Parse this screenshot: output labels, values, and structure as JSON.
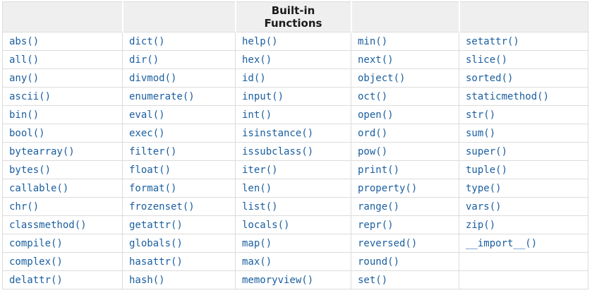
{
  "table": {
    "header": {
      "title": "Built-in Functions"
    },
    "columns": [
      [
        "abs()",
        "all()",
        "any()",
        "ascii()",
        "bin()",
        "bool()",
        "bytearray()",
        "bytes()",
        "callable()",
        "chr()",
        "classmethod()",
        "compile()",
        "complex()",
        "delattr()"
      ],
      [
        "dict()",
        "dir()",
        "divmod()",
        "enumerate()",
        "eval()",
        "exec()",
        "filter()",
        "float()",
        "format()",
        "frozenset()",
        "getattr()",
        "globals()",
        "hasattr()",
        "hash()"
      ],
      [
        "help()",
        "hex()",
        "id()",
        "input()",
        "int()",
        "isinstance()",
        "issubclass()",
        "iter()",
        "len()",
        "list()",
        "locals()",
        "map()",
        "max()",
        "memoryview()"
      ],
      [
        "min()",
        "next()",
        "object()",
        "oct()",
        "open()",
        "ord()",
        "pow()",
        "print()",
        "property()",
        "range()",
        "repr()",
        "reversed()",
        "round()",
        "set()"
      ],
      [
        "setattr()",
        "slice()",
        "sorted()",
        "staticmethod()",
        "str()",
        "sum()",
        "super()",
        "tuple()",
        "type()",
        "vars()",
        "zip()",
        "__import__()",
        "",
        ""
      ]
    ]
  },
  "colors": {
    "link_blue": "#1b5fa0",
    "border_gray": "#dcdcdc",
    "header_background": "#efefef",
    "header_text": "#1a1a1a",
    "page_background": "#ffffff"
  }
}
